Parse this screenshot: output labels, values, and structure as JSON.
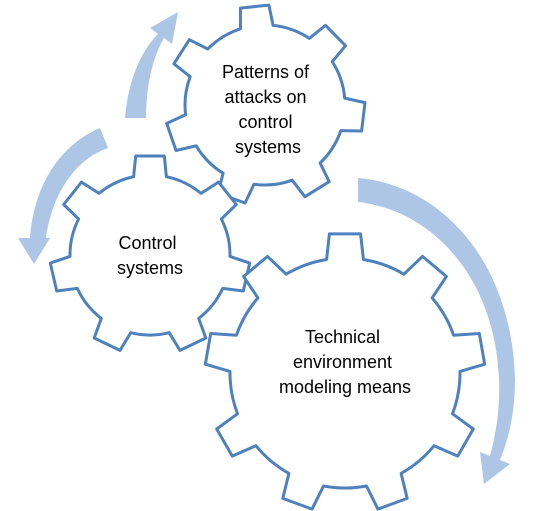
{
  "colors": {
    "gear_stroke": "#4f81bd",
    "gear_fill": "#ffffff",
    "arrow_fill": "#aec6e6",
    "text": "#000000"
  },
  "gears": [
    {
      "id": "patterns",
      "lines": [
        "Patterns of",
        "attacks on",
        "control",
        "systems"
      ]
    },
    {
      "id": "control",
      "lines": [
        "Control",
        "systems"
      ]
    },
    {
      "id": "technical",
      "lines": [
        "Technical",
        "environment",
        "modeling means"
      ]
    }
  ],
  "arrows": [
    {
      "id": "top-arrow",
      "icon": "curved-arrow-up-icon"
    },
    {
      "id": "left-arrow",
      "icon": "curved-arrow-down-left-icon"
    },
    {
      "id": "right-arrow",
      "icon": "curved-arrow-down-right-icon"
    }
  ]
}
